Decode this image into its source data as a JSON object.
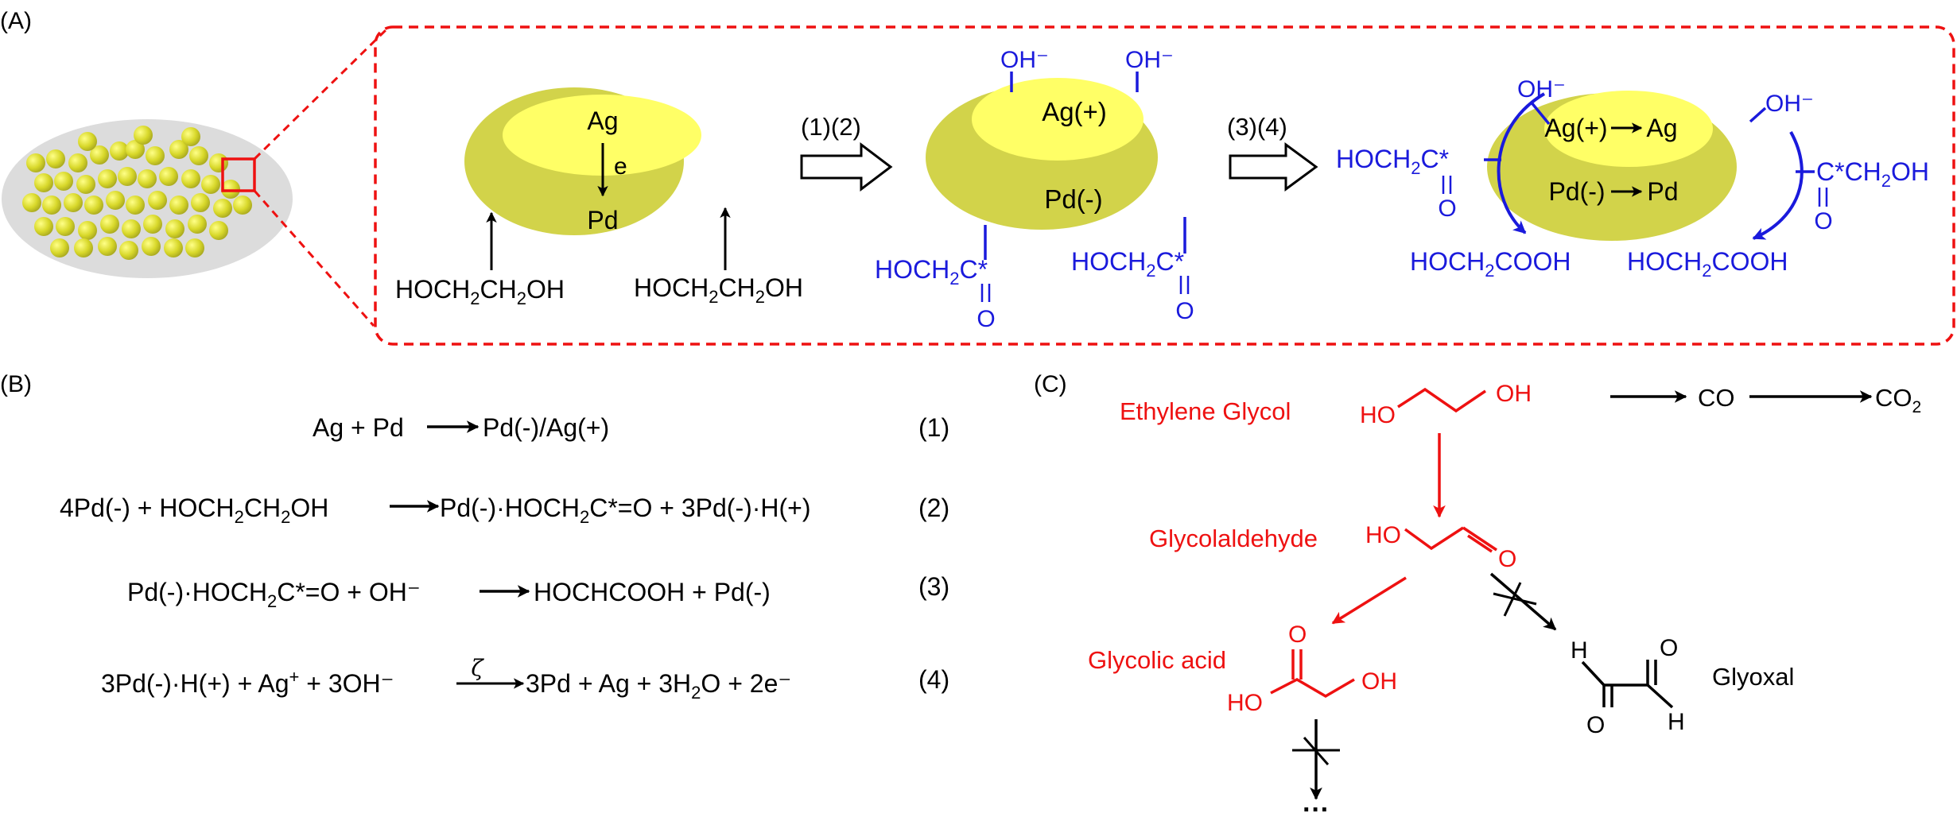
{
  "colors": {
    "particle_outer": "#d2d34a",
    "particle_inner": "#ffff66",
    "support": "#dcdcdc",
    "dash": "#ee1111",
    "blue": "#1a1adc",
    "red": "#ee1111",
    "black": "#000000"
  },
  "panel_a": {
    "label": "(A)",
    "particle1": {
      "top": "Ag",
      "e": "e",
      "bottom": "Pd"
    },
    "reactant_left": [
      "HOCH",
      "2",
      "CH",
      "2",
      "OH"
    ],
    "reactant_right": [
      "HOCH",
      "2",
      "CH",
      "2",
      "OH"
    ],
    "step1_label": "(1)(2)",
    "particle2": {
      "top": "Ag(+)",
      "bottom": "Pd(-)",
      "oh_left": "OH⁻",
      "oh_right": "OH⁻"
    },
    "adsorbate_left": [
      "HOCH",
      "2",
      "C*"
    ],
    "adsorbate_right": [
      "HOCH",
      "2",
      "C*"
    ],
    "carbonyl_o": "O",
    "step2_label": "(3)(4)",
    "particle3": {
      "top_left": "Ag(+)",
      "top_right": "Ag",
      "bottom_left": "Pd(-)",
      "bottom_right": "Pd",
      "oh_left": "OH⁻",
      "oh_right": "OH⁻"
    },
    "left_adsorbate": [
      "HOCH",
      "2",
      "C*"
    ],
    "right_adsorbate": [
      "C*CH",
      "2",
      "OH"
    ],
    "product_left": [
      "HOCH",
      "2",
      "COOH"
    ],
    "product_right": [
      "HOCH",
      "2",
      "COOH"
    ]
  },
  "panel_b": {
    "label": "(B)",
    "equations": [
      {
        "lhs": "Ag + Pd",
        "rhs": "Pd(-)/Ag(+)",
        "num": "(1)"
      },
      {
        "lhs": [
          "4Pd(-) + HOCH",
          "2",
          "CH",
          "2",
          "OH"
        ],
        "rhs": [
          "Pd(-)·HOCH",
          "2",
          "C*=O + 3Pd(-)·H(+)"
        ],
        "num": "(2)"
      },
      {
        "lhs": [
          "Pd(-)·HOCH",
          "2",
          "C*=O + OH⁻"
        ],
        "rhs": "HOCHCOOH + Pd(-)",
        "num": "(3)"
      },
      {
        "lhs": [
          "3Pd(-)·H(+) + Ag",
          "+",
          " + 3OH⁻"
        ],
        "arrow_label": "ζ",
        "rhs": [
          "3Pd + Ag + 3H",
          "2",
          "O + 2e⁻"
        ],
        "num": "(4)"
      }
    ]
  },
  "panel_c": {
    "label": "(C)",
    "names": [
      "Ethylene Glycol",
      "Glycolaldehyde",
      "Glycolic acid",
      "Glyoxal"
    ],
    "atoms": {
      "eg_ho": "HO",
      "eg_oh": "OH",
      "ga_ho": "HO",
      "ga_o": "O",
      "gla_o": "O",
      "gla_ho": "HO",
      "gla_oh": "OH",
      "gx_h1": "H",
      "gx_o1": "O",
      "gx_o2": "O",
      "gx_h2": "H"
    },
    "co": "CO",
    "co2": [
      "CO",
      "2"
    ],
    "ellipsis": "···"
  }
}
